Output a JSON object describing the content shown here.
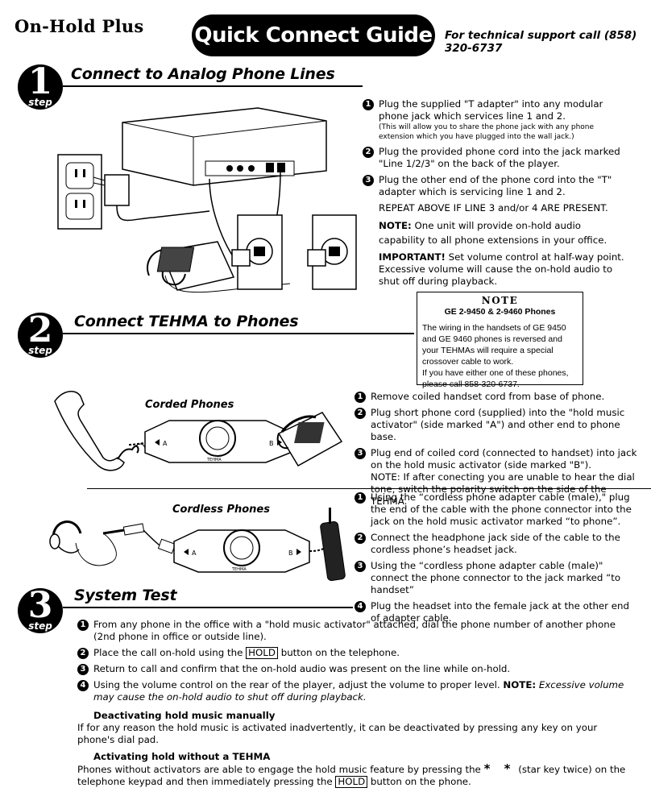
{
  "header": {
    "brand": "On-Hold Plus",
    "title": "Quick Connect Guide",
    "support": "For technical support call (858) 320-6737"
  },
  "step1": {
    "num": "1",
    "word": "step",
    "title": "Connect to Analog Phone Lines",
    "items": [
      {
        "n": "1",
        "text": "Plug the supplied \"T adapter\" into any modular phone jack which services line 1 and 2.",
        "small": "(This will allow you to share the phone jack with any phone extension which you have plugged into the wall jack.)"
      },
      {
        "n": "2",
        "text": "Plug the provided phone cord into the jack marked \"Line 1/2/3\" on the back of the player."
      },
      {
        "n": "3",
        "text": "Plug the other end of the phone cord into the \"T\" adapter which is servicing line 1 and 2."
      }
    ],
    "repeat": "REPEAT ABOVE IF LINE 3 and/or 4 ARE PRESENT.",
    "note_label": "NOTE:",
    "note_text": " One unit will provide on-hold audio capability to all phone extensions in your office.",
    "important_label": "IMPORTANT!",
    "important_text": " Set volume control at half-way point. Excessive volume will cause the on-hold audio to shut off during playback."
  },
  "note_box": {
    "heading": "NOTE",
    "sub": "GE 2-9450 & 2-9460 Phones",
    "text1": "The wiring in the handsets of GE 9450 and GE 9460 phones is reversed and your TEHMAs will require a special crossover cable to work.",
    "text2": "If you have either one of these phones, please call 858-320-6737."
  },
  "step2": {
    "num": "2",
    "word": "step",
    "title": "Connect TEHMA to Phones",
    "corded_label": "Corded Phones",
    "cordless_label": "Cordless Phones",
    "corded_items": [
      {
        "n": "1",
        "text": "Remove coiled handset cord from base of phone."
      },
      {
        "n": "2",
        "text": "Plug short phone cord (supplied) into the \"hold music activator\" (side marked \"A\") and other end to phone base."
      },
      {
        "n": "3",
        "text": "Plug end of coiled cord (connected to handset) into jack on the hold music activator (side marked \"B\").",
        "extra": "NOTE: If after conecting you are unable to hear the dial tone, switch the polarity switch on the side of the TEHMA."
      }
    ],
    "cordless_items": [
      {
        "n": "1",
        "text": "Using the “cordless phone adapter cable (male),\" plug the end of the cable with the phone connector into the jack on the hold music activator marked “to phone”."
      },
      {
        "n": "2",
        "text": "Connect the headphone jack side of the cable to the cordless phone’s headset jack."
      },
      {
        "n": "3",
        "text": "Using the “cordless phone adapter cable (male)\" connect the phone connector to the jack marked “to handset”"
      },
      {
        "n": "4",
        "text": "Plug the headset into the female jack at the other end of adapter cable."
      }
    ],
    "device": {
      "a": "A",
      "b": "B",
      "brand": "TEHMA"
    }
  },
  "step3": {
    "num": "3",
    "word": "step",
    "title": "System Test",
    "items": [
      {
        "n": "1",
        "text": "From any phone in the office with a \"hold music activator\" attached, dial the phone number of another phone (2nd phone in office or outside line)."
      },
      {
        "n": "2",
        "pre": "Place the call on-hold using the ",
        "key": "HOLD",
        "post": " button on the telephone."
      },
      {
        "n": "3",
        "text": "Return to call and confirm that the on-hold audio was present on the line while on-hold."
      },
      {
        "n": "4",
        "text": "Using the volume control on the rear of the player, adjust the volume to proper level. ",
        "note_label": "NOTE:",
        "note_text": " Excessive volume may cause the on-hold audio to shut off during playback."
      }
    ],
    "deact_title": "Deactivating hold music manually",
    "deact_text": "If for any reason the hold music is activated inadvertently, it can be deactivated by pressing any key on your phone's dial pad.",
    "act_title": "Activating hold without a TEHMA",
    "act_pre": "Phones without activators are able to engage the hold music feature by pressing the ",
    "act_stars": "* *",
    "act_mid": " (star key twice) on the telephone keypad and then immediately pressing the ",
    "act_key": "HOLD",
    "act_post": " button on the phone."
  }
}
